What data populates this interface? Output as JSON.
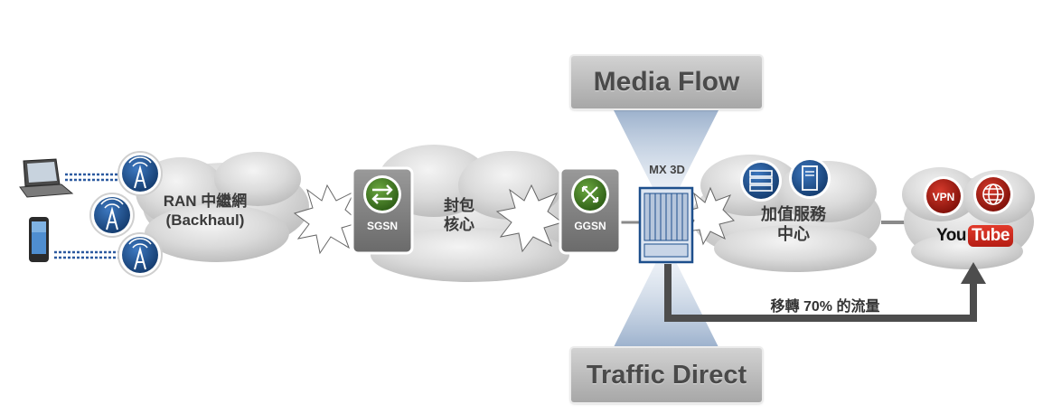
{
  "banners": {
    "top": "Media Flow",
    "bottom": "Traffic Direct"
  },
  "clouds": {
    "ran": {
      "line1": "RAN 中繼網",
      "line2": "(Backhaul)"
    },
    "core": {
      "line1": "封包",
      "line2": "核心"
    },
    "vas": {
      "line1": "加值服務",
      "line2": "中心"
    }
  },
  "nodes": {
    "sgsn": "SGSN",
    "ggsn": "GGSN",
    "mx": "MX 3D"
  },
  "redirect_label": "移轉 70% 的流量",
  "services": {
    "vpn": "VPN",
    "youtube_you": "You",
    "youtube_tube": "Tube"
  },
  "colors": {
    "banner_text": "#4a4a4a",
    "node_green": "#3f7a22",
    "icon_blue": "#1d4f8c",
    "service_red": "#a0170f",
    "link_dotted": "#2c5aa0",
    "arrow_dark": "#4d4d4d",
    "cloud_gray": "#d4d4d4"
  },
  "icons": [
    "laptop-icon",
    "smartphone-icon",
    "cell-tower-icon",
    "router-arrows-icon",
    "crossed-arrows-icon",
    "server-rack-icon",
    "server-tower-icon",
    "globe-icon"
  ]
}
